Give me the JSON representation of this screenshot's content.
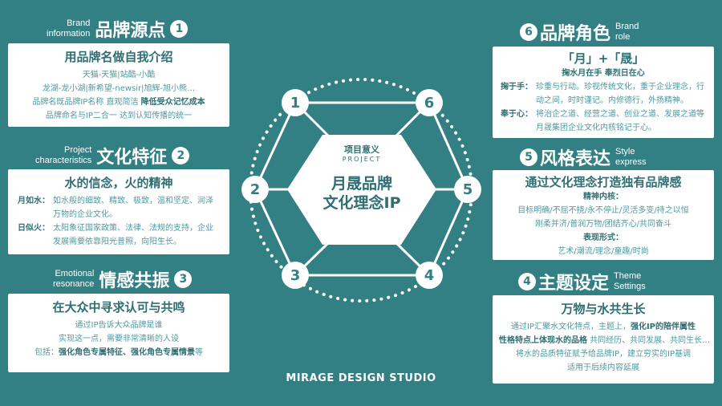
{
  "center": {
    "tag_cn": "项目意义",
    "tag_en": "PROJECT",
    "title_line1": "月晟品牌",
    "title_line2": "文化理念IP",
    "nodes": [
      "1",
      "2",
      "3",
      "4",
      "5",
      "6"
    ]
  },
  "footer": {
    "studio": "MIRAGE DESIGN STUDIO"
  },
  "s1": {
    "en_line1": "Brand",
    "en_line2": "information",
    "cn": "品牌源点",
    "num": "1",
    "title": "用品牌名做自我介绍",
    "lines": [
      "天猫-天猫|站酷-小酷",
      "龙湖-龙小湖|新希望-newsir|旭辉-旭小熊…"
    ],
    "line3_a": "品牌名既品牌IP名称 直观简洁 ",
    "line3_b": "降低受众记忆成本",
    "line4": "品牌命名与IP二合一 达到认知传播的统一"
  },
  "s2": {
    "en_line1": "Project",
    "en_line2": "characteristics",
    "cn": "文化特征",
    "num": "2",
    "title": "水的信念，火的精神",
    "p1_label": "月如水：",
    "p1_text": "如水般的细致、精致、极致，温和坚定、润泽万物的企业文化。",
    "p2_label": "日似火：",
    "p2_text": "太阳象征国家政策、法律、法规的支持，企业发展需要依靠阳光普照，向阳生长。"
  },
  "s3": {
    "en_line1": "Emotional",
    "en_line2": "resonance",
    "cn": "情感共振",
    "num": "3",
    "title": "在大众中寻求认可与共鸣",
    "line1": "通过IP告诉大众品牌是谁",
    "line2": "实现这一点，需要非常清晰的人设",
    "line3_a": "包括：",
    "line3_b": "强化角色专属特征、强化角色专属情景",
    "line3_c": "等"
  },
  "s6": {
    "num": "6",
    "cn": "品牌角色",
    "en_line1": "Brand",
    "en_line2": "role",
    "title": "「月」+「晟」",
    "sub": "掬水月在手 奉烈日在心",
    "p1_label": "掬于手：",
    "p1_text": "珍重与行动。珍视传统文化，重于企业理念，行动之间，时时谨记。内修德行，外扬精神。",
    "p2_label": "奉于心：",
    "p2_text": "将治企之道、经营之道、创业之道、发展之道等月晟集团企业文化内核铭记于心。"
  },
  "s5": {
    "num": "5",
    "cn": "风格表达",
    "en_line1": "Style",
    "en_line2": "express",
    "title": "通过文化理念打造独有品牌感",
    "h1": "精神内核：",
    "l1": "目标明确/不屈不挠/永不停止/灵活多变/持之以恒",
    "l2": "刚柔并济/普润万物/团结齐心/共同奋斗",
    "h2": "表现形式：",
    "l3": "艺术/潮流/理念/童趣/时尚"
  },
  "s4": {
    "num": "4",
    "cn": "主题设定",
    "en_line1": "Theme",
    "en_line2": "Settings",
    "title": "万物与水共生长",
    "line1_a": "通过IP汇聚水文化特点，主题上，",
    "line1_b": "强化IP的陪伴属性",
    "line2_a": "性格特点上体现水的品格",
    "line2_b": " 共同经历、共同发展、共同生长…",
    "line3": "将水的品质特征赋予给品牌IP，建立穷实的IP基调",
    "line4": "适用于后续内容延展"
  },
  "colors": {
    "background": "#327f84",
    "card": "#ffffff",
    "accent": "#2f6f74",
    "text_light": "#4e9aa0"
  }
}
